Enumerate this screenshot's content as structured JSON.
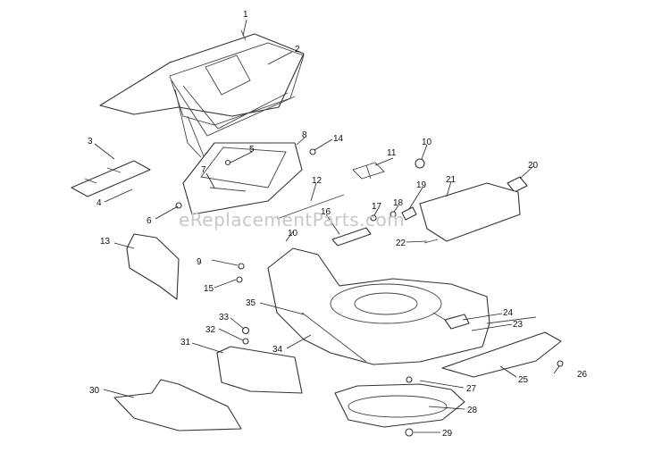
{
  "diagram": {
    "watermark": "eReplacementParts.com",
    "callouts": [
      "1",
      "2",
      "3",
      "4",
      "5",
      "6",
      "7",
      "8",
      "9",
      "10",
      "10",
      "11",
      "12",
      "13",
      "14",
      "15",
      "16",
      "17",
      "18",
      "19",
      "20",
      "21",
      "22",
      "23",
      "24",
      "25",
      "26",
      "27",
      "28",
      "29",
      "30",
      "31",
      "32",
      "33",
      "34",
      "35"
    ]
  },
  "colors": {
    "line": "#333333",
    "background": "#ffffff",
    "watermark": "#c8c8c8"
  }
}
